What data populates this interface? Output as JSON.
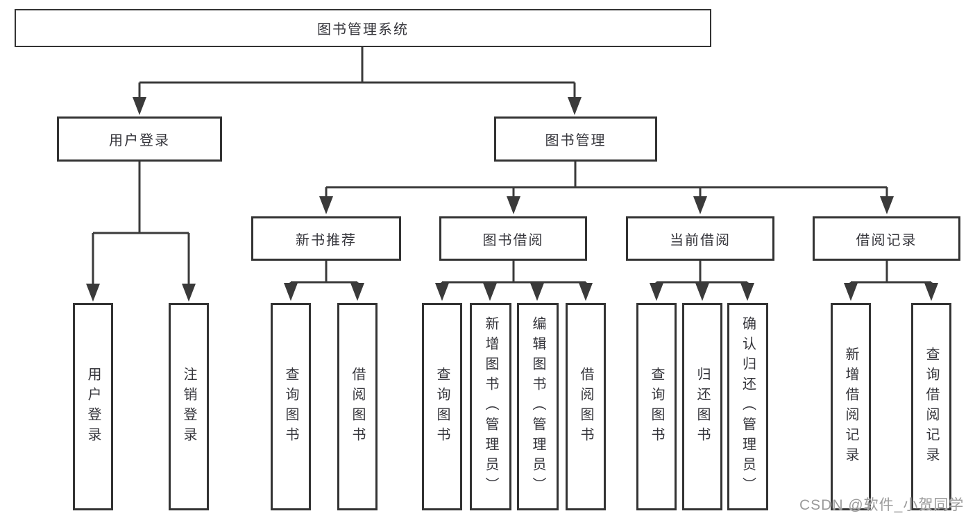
{
  "colors": {
    "line": "#3a3a3a",
    "box_border": "#333333",
    "text": "#35353b",
    "watermark_text": "#9b9b9b",
    "background": "#ffffff"
  },
  "watermark": {
    "text": "CSDN @软件_小贺同学"
  },
  "tree": {
    "root": {
      "label": "图书管理系统"
    },
    "children": [
      {
        "label": "用户登录",
        "children": [
          "用户登录",
          "注销登录"
        ]
      },
      {
        "label": "图书管理",
        "children": [
          {
            "label": "新书推荐",
            "children": [
              "查询图书",
              "借阅图书"
            ]
          },
          {
            "label": "图书借阅",
            "children": [
              "查询图书",
              "新增图书（管理员）",
              "编辑图书（管理员）",
              "借阅图书"
            ]
          },
          {
            "label": "当前借阅",
            "children": [
              "查询图书",
              "归还图书",
              "确认归还（管理员）"
            ]
          },
          {
            "label": "借阅记录",
            "children": [
              "新增借阅记录",
              "查询借阅记录"
            ]
          }
        ]
      }
    ]
  }
}
